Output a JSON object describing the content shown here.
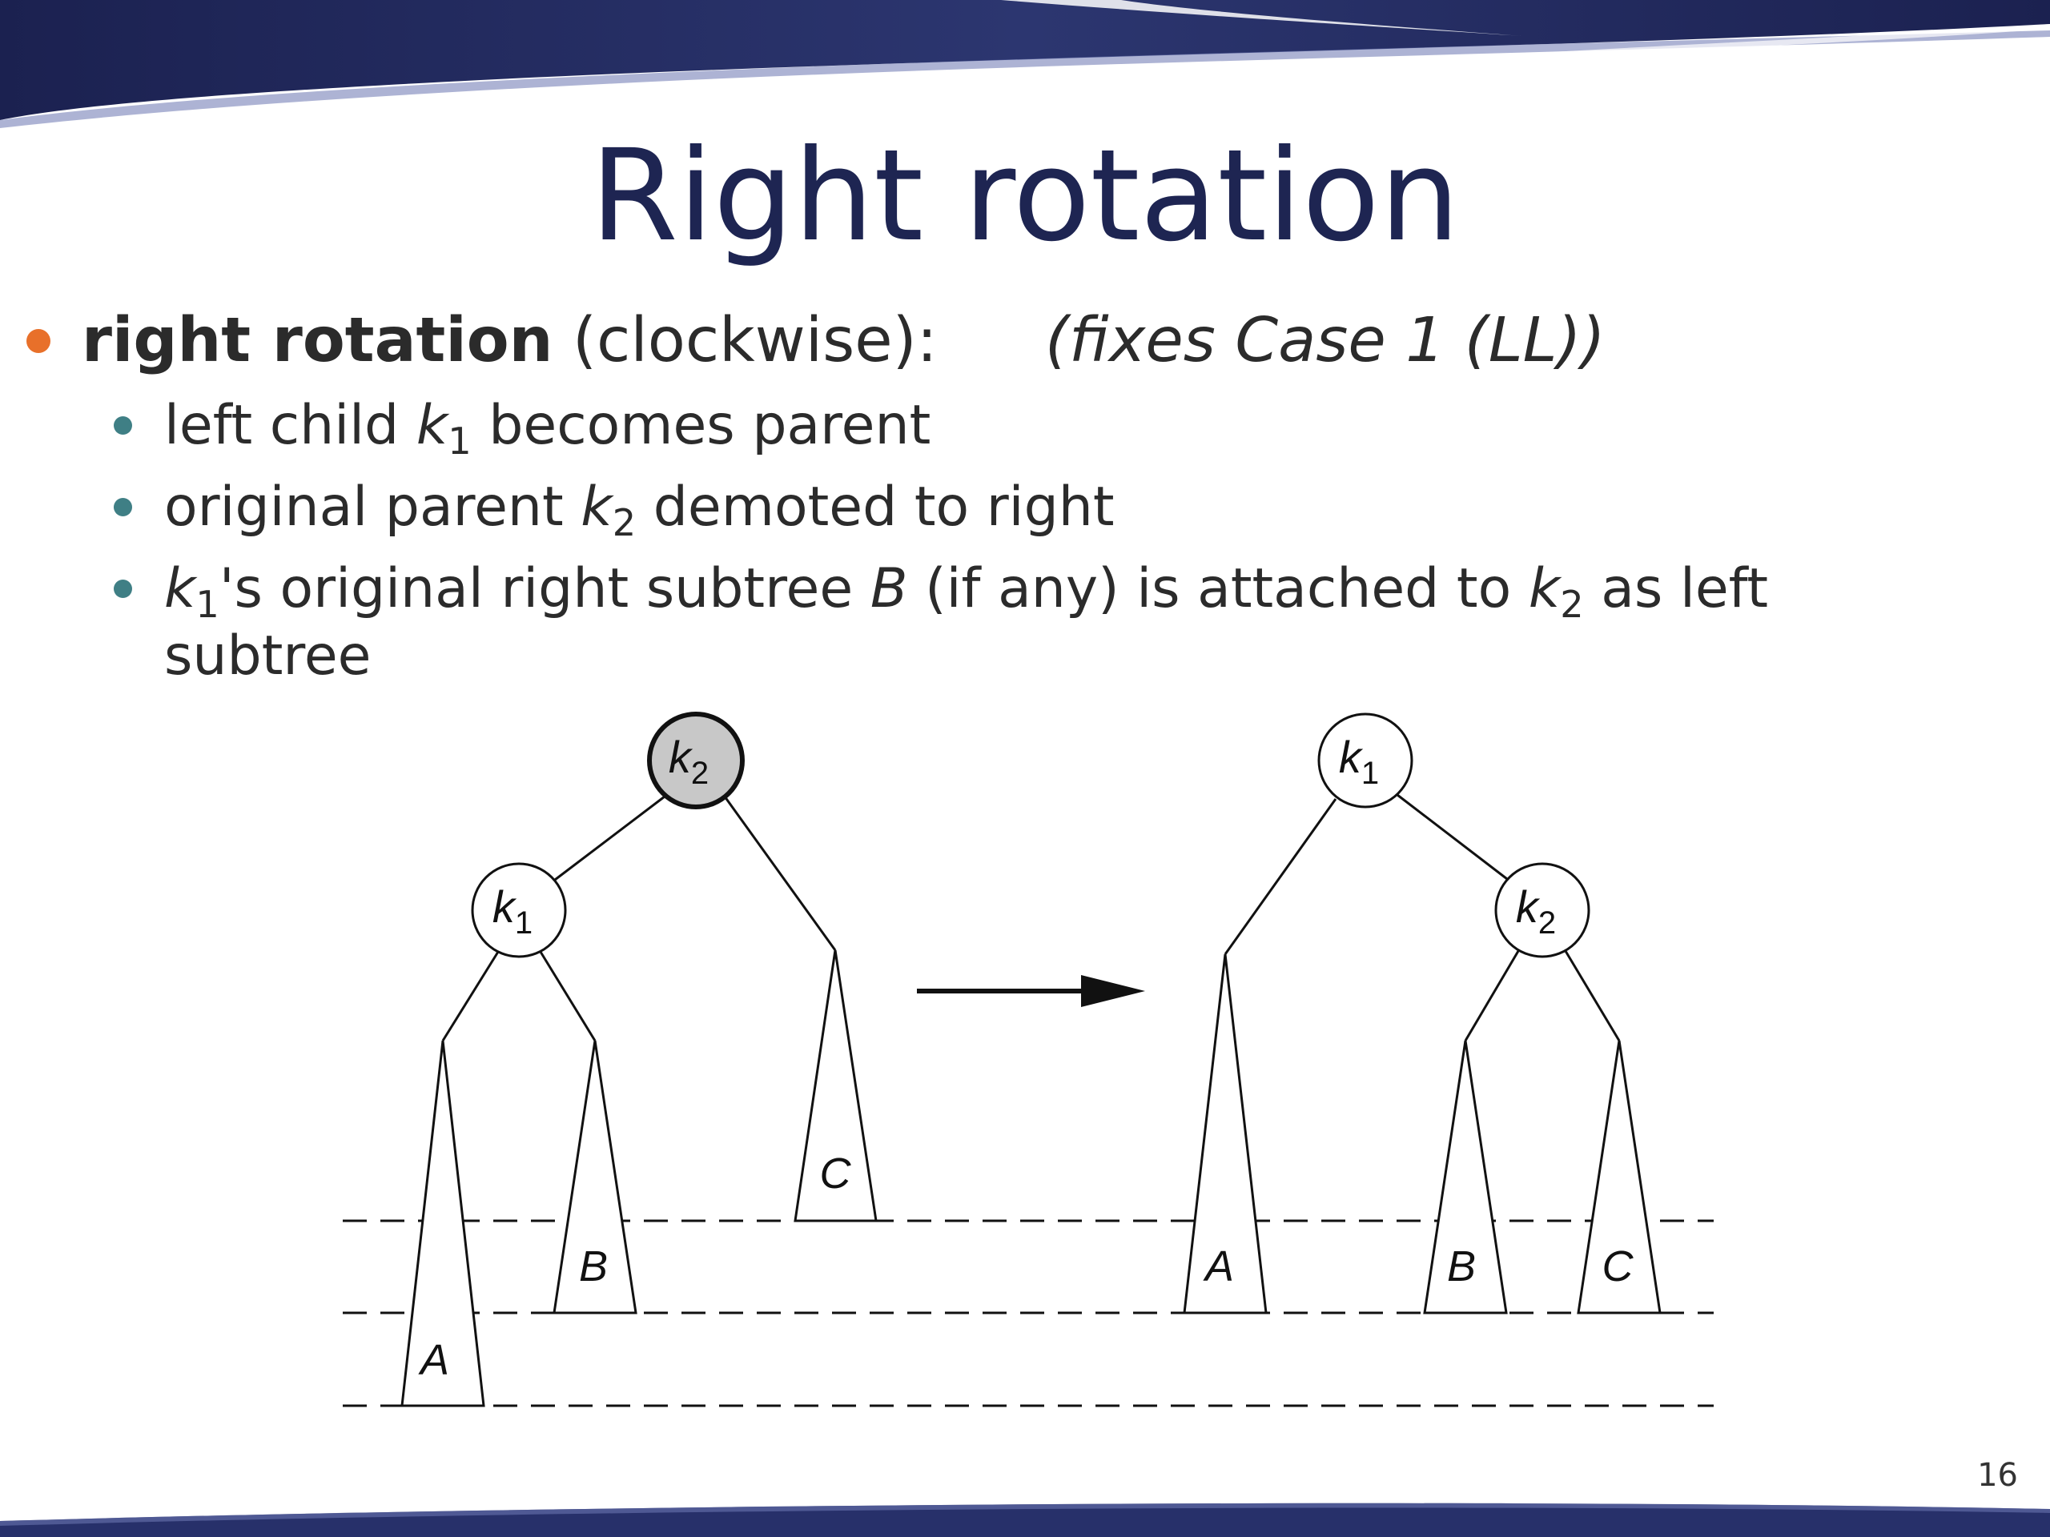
{
  "slide": {
    "title": "Right rotation",
    "page_number": "16"
  },
  "bullets": {
    "main": {
      "bold": "right rotation",
      "normal": " (clockwise):",
      "italic": "(fixes Case 1  (LL))"
    },
    "sub1": {
      "pre": "left child ",
      "var": "k",
      "sub": "1",
      "post": " becomes parent"
    },
    "sub2": {
      "pre": "original parent ",
      "var": "k",
      "sub": "2",
      "post": " demoted to right"
    },
    "sub3": {
      "var1": "k",
      "sub1": "1",
      "mid1": "'s original right subtree ",
      "var2": "B",
      "mid2": " (if any) is attached to ",
      "var3": "k",
      "sub3": "2",
      "post": " as left",
      "line2": "subtree"
    }
  },
  "diagram": {
    "before": {
      "root": {
        "var": "k",
        "sub": "2"
      },
      "left_child": {
        "var": "k",
        "sub": "1"
      },
      "subtrees": [
        "A",
        "B",
        "C"
      ]
    },
    "after": {
      "root": {
        "var": "k",
        "sub": "1"
      },
      "right_child": {
        "var": "k",
        "sub": "2"
      },
      "subtrees": [
        "A",
        "B",
        "C"
      ]
    }
  },
  "colors": {
    "title": "#1e2552",
    "bullet_main": "#e8702a",
    "bullet_sub": "#3f7f85",
    "highlight_node": "#c8c8c8"
  }
}
